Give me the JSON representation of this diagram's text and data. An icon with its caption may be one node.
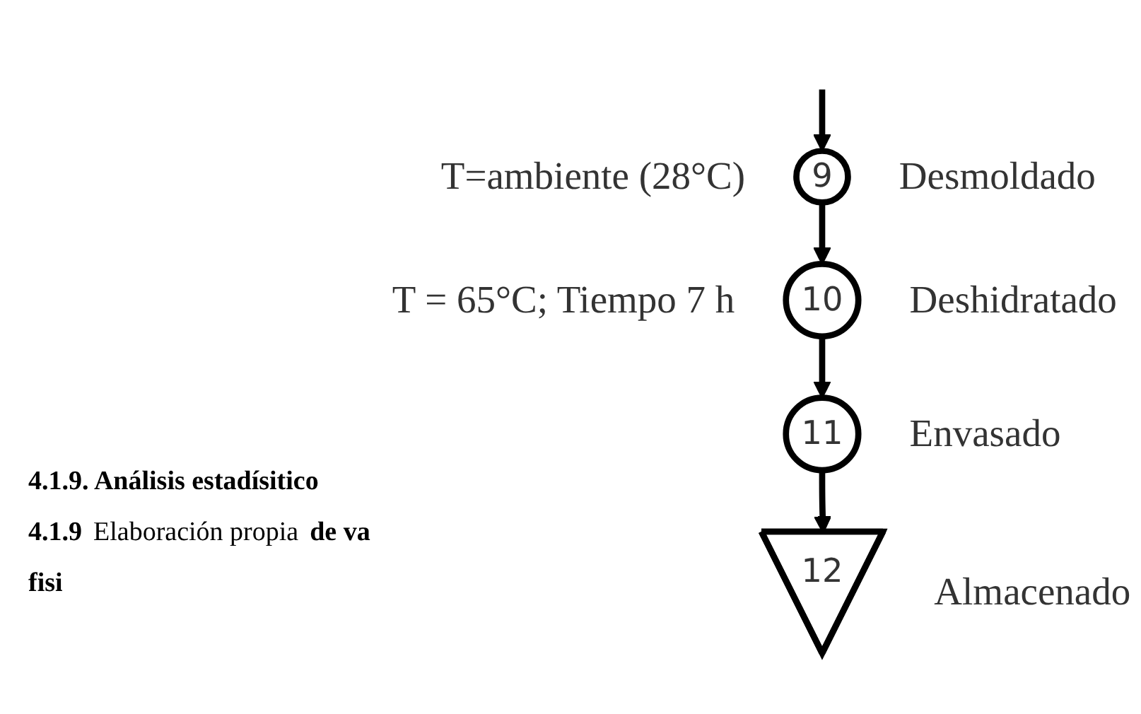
{
  "diagram": {
    "nodes": [
      {
        "text": [
          "9"
        ],
        "beside": [
          "Desmoldado",
          "T=ambiente (28°C)"
        ]
      },
      {
        "text": [
          "10"
        ],
        "beside": [
          "Deshidratado",
          "T = 65°C; Tiempo 7 h"
        ]
      },
      {
        "text": [
          "11"
        ],
        "beside": [
          "Envasado"
        ]
      },
      {
        "text": [
          "12"
        ],
        "beside": [
          "Almacenado"
        ]
      }
    ],
    "edges": [
      {
        "from": null,
        "to": 0,
        "arrow": "to"
      },
      {
        "from": 0,
        "to": 1,
        "arrow": "to"
      },
      {
        "from": 1,
        "to": 2,
        "arrow": "to"
      },
      {
        "from": 2,
        "to": 3,
        "arrow": "to"
      }
    ],
    "labels": [
      "4.1.9. Análisis estadísitico",
      "4.1.9",
      "Elaboración propia",
      "de va",
      "fisi"
    ]
  }
}
